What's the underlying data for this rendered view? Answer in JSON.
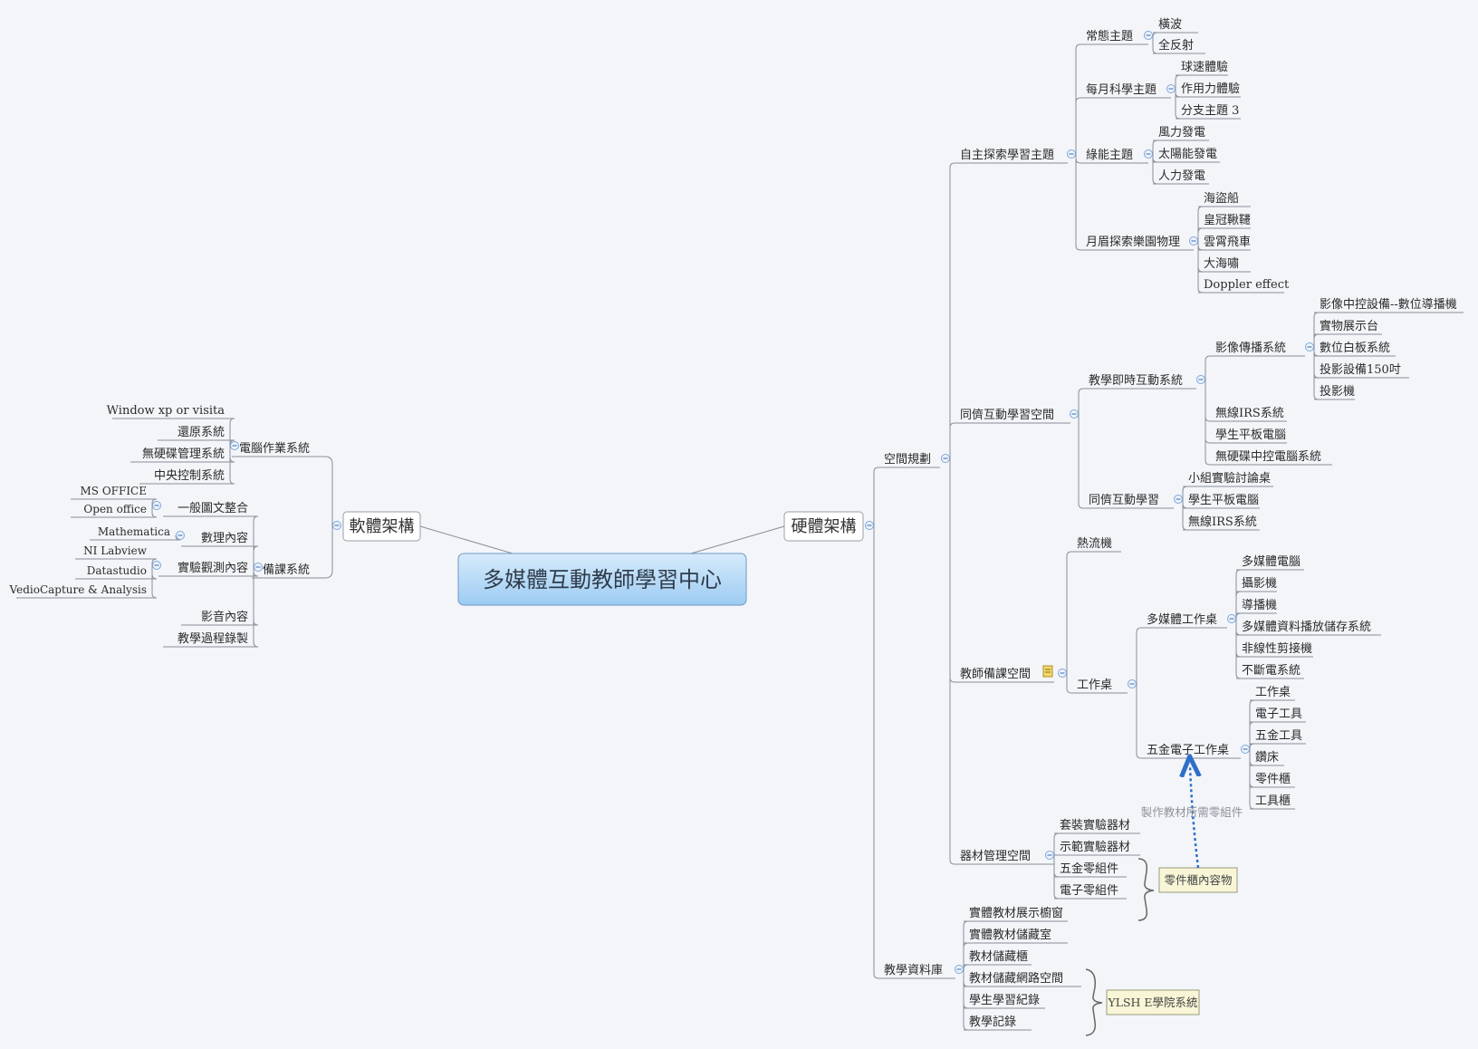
{
  "central": "多媒體互動教師學習中心",
  "left_branch": {
    "label": "軟體架構",
    "children": [
      {
        "label": "電腦作業系統",
        "children": [
          "Window xp or visita",
          "還原系統",
          "無硬碟管理系統",
          "中央控制系統"
        ]
      },
      {
        "label": "備課系統",
        "children": [
          {
            "label": "一般圖文整合",
            "children": [
              "MS OFFICE",
              "Open office"
            ]
          },
          {
            "label": "數理內容",
            "children": [
              "Mathematica"
            ]
          },
          {
            "label": "實驗觀測內容",
            "children": [
              "NI Labview",
              "Datastudio",
              "VedioCapture & Analysis"
            ]
          },
          {
            "label": "影音內容"
          },
          {
            "label": "教學過程錄製"
          }
        ]
      }
    ]
  },
  "right_branch": {
    "label": "硬體架構",
    "children": [
      {
        "label": "空間規劃",
        "children": [
          {
            "label": "自主探索學習主題",
            "children": [
              {
                "label": "常態主題",
                "children": [
                  "橫波",
                  "全反射"
                ]
              },
              {
                "label": "每月科學主題",
                "children": [
                  "球速體驗",
                  "作用力體驗",
                  "分支主題 3"
                ]
              },
              {
                "label": "綠能主題",
                "children": [
                  "風力發電",
                  "太陽能發電",
                  "人力發電"
                ]
              },
              {
                "label": "月眉探索樂園物理",
                "children": [
                  "海盜船",
                  "皇冠鞦韆",
                  "雲霄飛車",
                  "大海嘯",
                  "Doppler effect"
                ]
              }
            ]
          },
          {
            "label": "同儕互動學習空間",
            "children": [
              {
                "label": "教學即時互動系統",
                "children": [
                  {
                    "label": "影像傳播系統",
                    "children": [
                      "影像中控設備--數位導播機",
                      "實物展示台",
                      "數位白板系統",
                      "投影設備150吋",
                      "投影機"
                    ]
                  },
                  {
                    "label": "無線IRS系統"
                  },
                  {
                    "label": "學生平板電腦"
                  },
                  {
                    "label": "無硬碟中控電腦系統"
                  }
                ]
              },
              {
                "label": "同儕互動學習",
                "children": [
                  "小組實驗討論桌",
                  "學生平板電腦",
                  "無線IRS系統"
                ]
              }
            ]
          },
          {
            "label": "教師備課空間",
            "children": [
              {
                "label": "熱流機"
              },
              {
                "label": "工作桌",
                "children": [
                  {
                    "label": "多媒體工作桌",
                    "children": [
                      "多媒體電腦",
                      "攝影機",
                      "導播機",
                      "多媒體資料播放儲存系統",
                      "非線性剪接機",
                      "不斷電系統"
                    ]
                  },
                  {
                    "label": "五金電子工作桌",
                    "children": [
                      "工作桌",
                      "電子工具",
                      "五金工具",
                      "鑽床",
                      "零件櫃",
                      "工具櫃"
                    ]
                  }
                ]
              }
            ]
          },
          {
            "label": "器材管理空間",
            "children": [
              "套裝實驗器材",
              "示範實驗器材",
              "五金零組件",
              "電子零組件"
            ]
          }
        ]
      },
      {
        "label": "教學資料庫",
        "children": [
          "實體教材展示櫥窗",
          "實體教材儲藏室",
          "教材儲藏櫃",
          "教材儲藏網路空間",
          "學生學習紀錄",
          "教學記錄"
        ]
      }
    ]
  },
  "callouts": {
    "parts_cabinet": "零件櫃內容物",
    "ylsh": "YLSH E學院系統"
  },
  "relation_label": "製作教材所需零組件",
  "icons": {
    "toggle": "collapse-minus-icon",
    "note": "note-icon"
  },
  "colors": {
    "central_top": "#d6ebfb",
    "central_bottom": "#9ccbf2",
    "line": "#8a8f96",
    "relation": "#2f6fc8"
  }
}
